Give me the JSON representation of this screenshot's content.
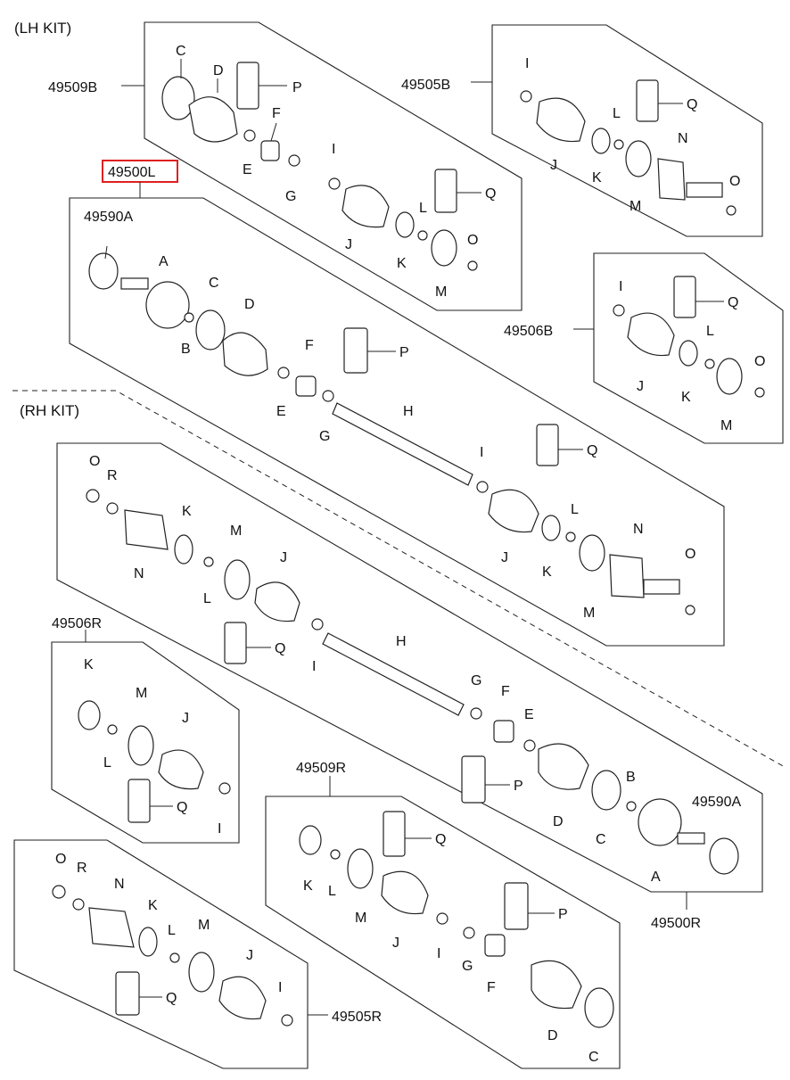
{
  "kits": {
    "lh": "(LH KIT)",
    "rh": "(RH KIT)"
  },
  "assemblies": {
    "lh_outer_boot_kit": "49509B",
    "lh_inner_boot_kit": "49505B",
    "lh_shaft": "49500L",
    "lh_joint": "49590A",
    "lh_inner_boot_kit_2": "49506B",
    "rh_inner_boot_kit_2": "49506R",
    "rh_outer_boot_kit": "49509R",
    "rh_joint": "49590A",
    "rh_shaft": "49500R",
    "rh_inner_boot_kit": "49505R"
  },
  "highlight_color": "#e02020",
  "part_letters": [
    "A",
    "B",
    "C",
    "D",
    "E",
    "F",
    "G",
    "H",
    "I",
    "J",
    "K",
    "L",
    "M",
    "N",
    "O",
    "P",
    "Q",
    "R"
  ]
}
